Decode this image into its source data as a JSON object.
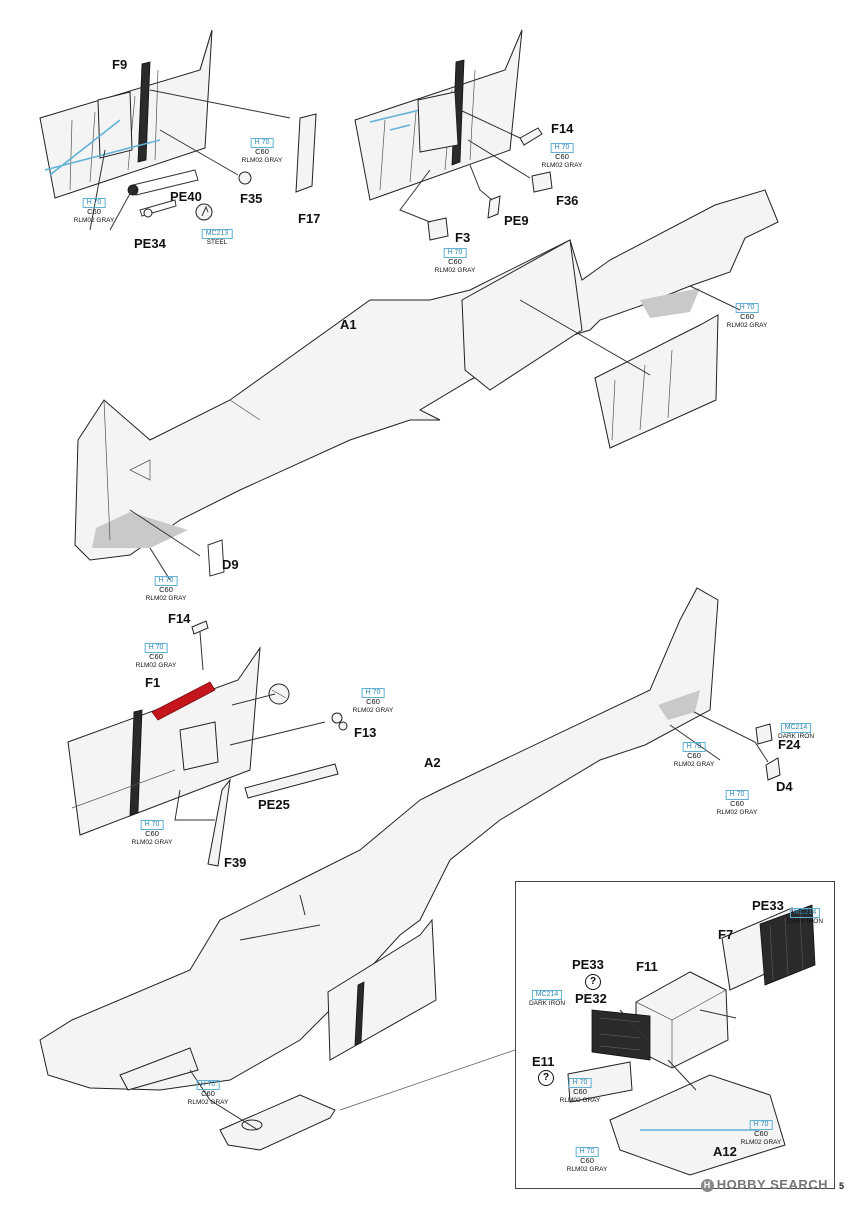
{
  "parts": {
    "f9": "F9",
    "f17": "F17",
    "f35": "F35",
    "pe40": "PE40",
    "pe34": "PE34",
    "f14_top": "F14",
    "f36": "F36",
    "f3": "F3",
    "pe9": "PE9",
    "a1": "A1",
    "d9": "D9",
    "f14_mid": "F14",
    "f1": "F1",
    "f13": "F13",
    "pe25": "PE25",
    "f39": "F39",
    "a2": "A2",
    "f24": "F24",
    "d4": "D4",
    "pe33_top": "PE33",
    "f7": "F7",
    "f11": "F11",
    "pe33_mid": "PE33",
    "pe32": "PE32",
    "e11": "E11",
    "a12": "A12"
  },
  "paint": {
    "h70": "H 70",
    "c60": "C60",
    "rlm02": "RLM02 GRAY",
    "mc213": "MC213",
    "steel": "STEEL",
    "mc214": "MC214",
    "dark_iron": "DARK IRON"
  },
  "symbols": {
    "question": "?"
  },
  "watermark": {
    "brand": "HOBBY SEARCH",
    "icon": "H"
  },
  "page": {
    "number": "5"
  }
}
